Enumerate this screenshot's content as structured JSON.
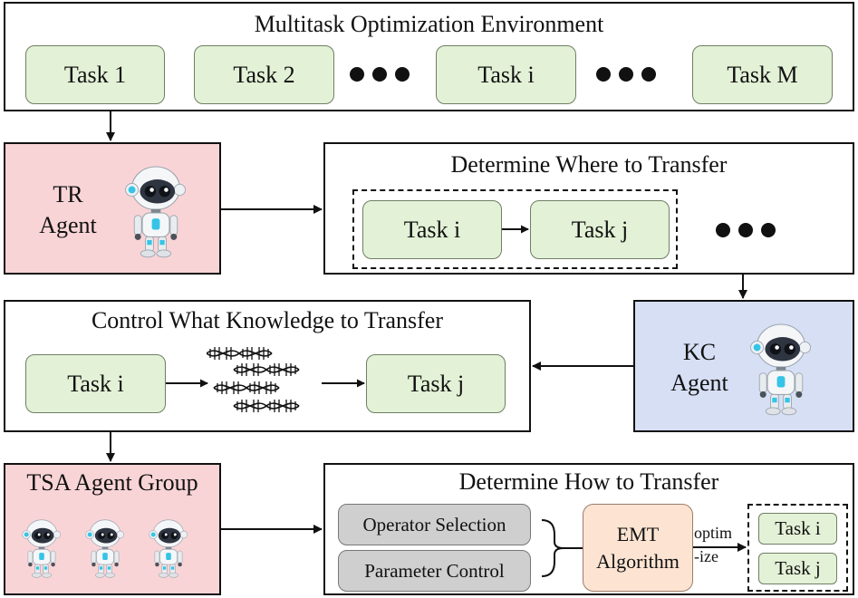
{
  "env": {
    "title": "Multitask Optimization Environment",
    "tasks": [
      "Task 1",
      "Task 2",
      "Task i",
      "Task M"
    ]
  },
  "tr_agent": {
    "line1": "TR",
    "line2": "Agent"
  },
  "where": {
    "title": "Determine Where to Transfer",
    "from": "Task i",
    "to": "Task j"
  },
  "what": {
    "title": "Control What Knowledge to Transfer",
    "from": "Task i",
    "to": "Task j"
  },
  "kc_agent": {
    "line1": "KC",
    "line2": "Agent"
  },
  "tsa": {
    "label": "TSA Agent Group"
  },
  "how": {
    "title": "Determine How to Transfer",
    "operator": "Operator Selection",
    "parameter": "Parameter Control",
    "emt_line1": "EMT",
    "emt_line2": "Algorithm",
    "optim_line1": "optim",
    "optim_line2": "-ize",
    "task_i": "Task i",
    "task_j": "Task j"
  },
  "colors": {
    "task_fill": "#e3f1d6",
    "agent_pink": "#f9d4d6",
    "agent_blue": "#d7dff5",
    "emt_fill": "#fde4d2",
    "control_grey": "#cfcfcf"
  }
}
